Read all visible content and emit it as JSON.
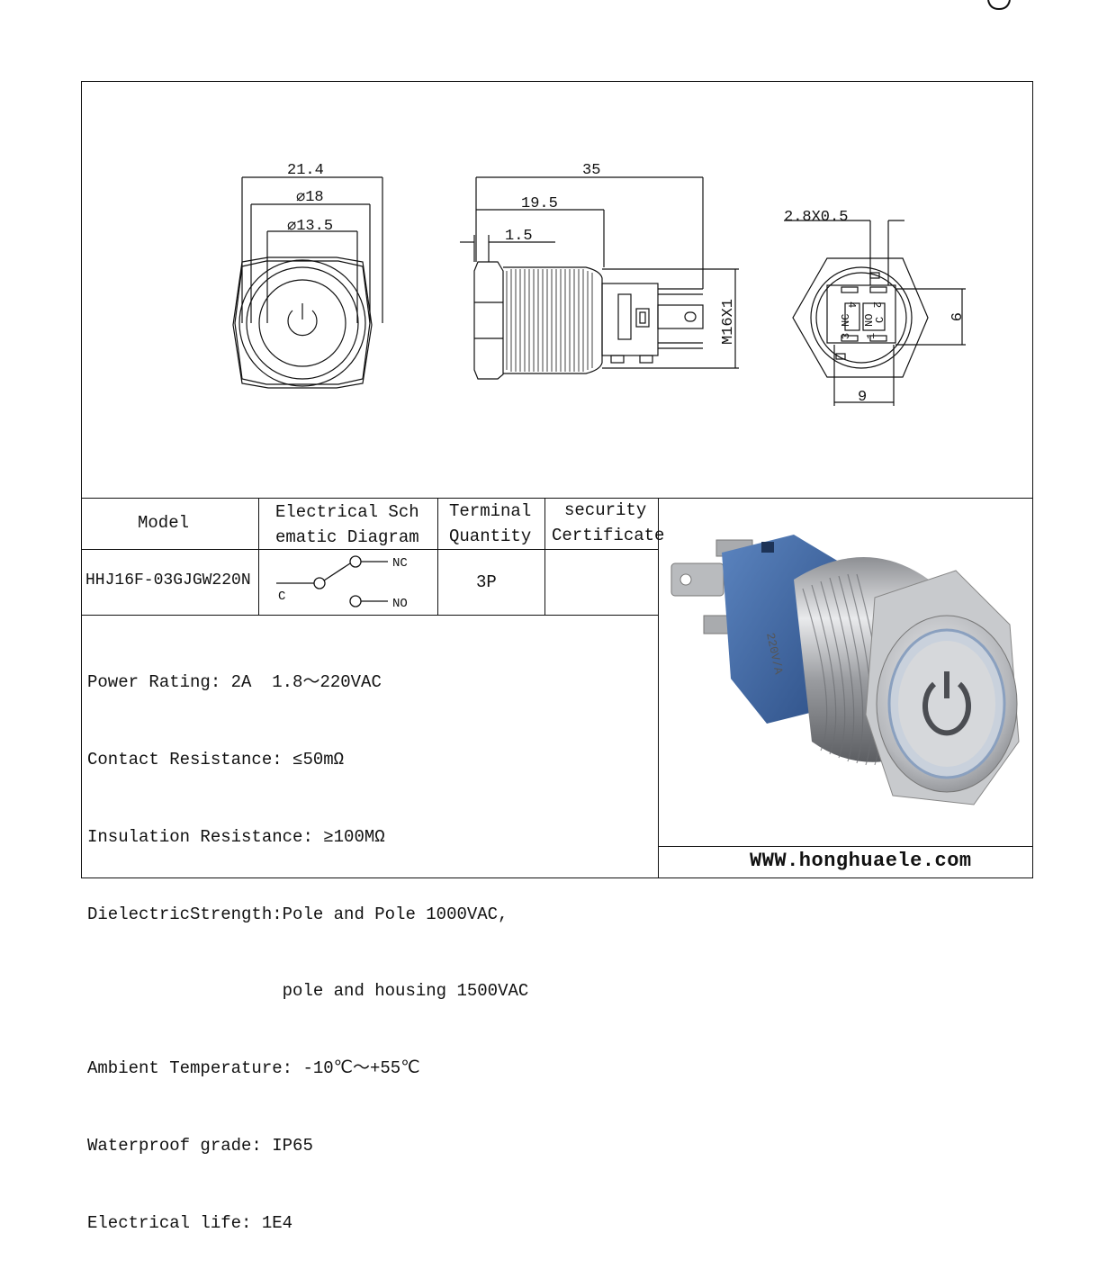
{
  "drawing": {
    "front_view": {
      "dim_overall": "21.4",
      "dim_d1": "⌀18",
      "dim_d2": "⌀13.5"
    },
    "side_view": {
      "dim_length": "35",
      "dim_thread_len": "19.5",
      "dim_head": "1.5",
      "thread": "M16X1"
    },
    "rear_view": {
      "dim_terminal": "2.8X0.5",
      "dim_height": "9",
      "dim_width": "9",
      "terminal_labels": [
        "NC",
        "NO",
        "C",
        "1",
        "2",
        "3",
        "4"
      ]
    }
  },
  "table": {
    "headers": {
      "model": "Model",
      "schematic_line1": "Electrical Sch",
      "schematic_line2": "ematic Diagram",
      "terminal_line1": "Terminal",
      "terminal_line2": "Quantity",
      "cert_line1": "security",
      "cert_line2": "Certificate"
    },
    "row": {
      "model": "HHJ16F-03GJGW220N",
      "schematic_nc": "NC",
      "schematic_c": "C",
      "schematic_no": "NO",
      "terminal_quantity": "3P",
      "certificate": ""
    }
  },
  "specs": [
    "Power Rating: 2A  1.8～220VAC",
    "Contact Resistance: ≤50mΩ",
    "Insulation Resistance: ≥100MΩ",
    "DielectricStrength:Pole and Pole 1000VAC,",
    "                   pole and housing 1500VAC",
    "Ambient Temperature: -10℃～+55℃",
    "Waterproof grade: IP65",
    "Electrical life: 1E4"
  ],
  "photo": {
    "ring_text": "220V/A"
  },
  "website": "WWW.honghuaele.com"
}
